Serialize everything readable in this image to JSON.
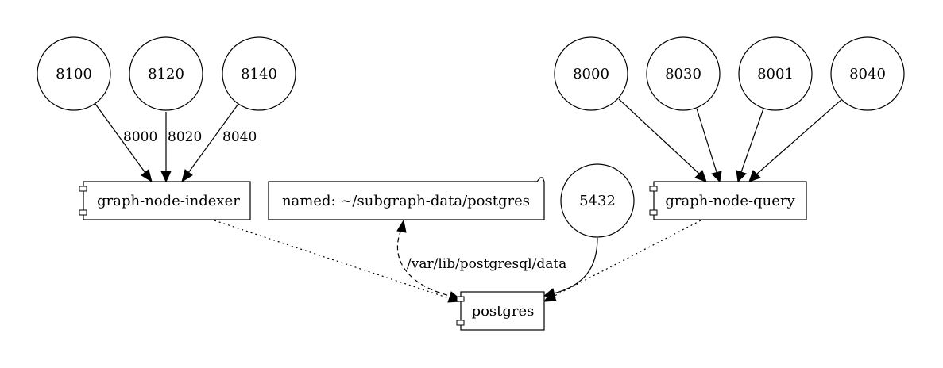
{
  "ports": {
    "p8100": "8100",
    "p8120": "8120",
    "p8140": "8140",
    "p8000": "8000",
    "p8030": "8030",
    "p8001": "8001",
    "p8040": "8040",
    "p5432": "5432"
  },
  "services": {
    "indexer": "graph-node-indexer",
    "query": "graph-node-query",
    "postgres": "postgres"
  },
  "volume": {
    "label": "named: ~/subgraph-data/postgres",
    "mount": "/var/lib/postgresql/data"
  },
  "edge_labels": {
    "e8100": "8000",
    "e8120": "8020",
    "e8140": "8040"
  }
}
